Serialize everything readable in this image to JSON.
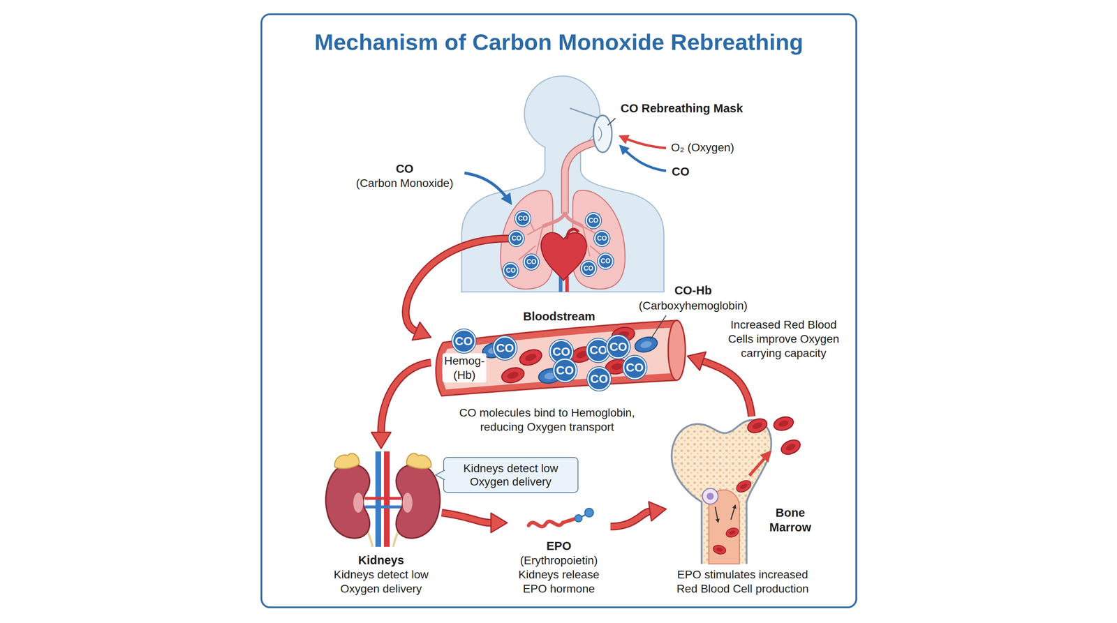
{
  "diagram": {
    "title": "Mechanism of Carbon Monoxide Rebreathing",
    "nodes": [
      {
        "text": [
          "CO"
        ]
      },
      {
        "text": [
          "CO"
        ]
      },
      {
        "text": [
          "CO"
        ]
      },
      {
        "text": [
          "CO"
        ]
      },
      {
        "text": [
          "CO"
        ]
      },
      {
        "text": [
          "CO"
        ]
      },
      {
        "text": [
          "CO"
        ]
      },
      {
        "text": [
          "CO"
        ]
      },
      {
        "text": [
          "Bloodstream"
        ]
      },
      {
        "text": [
          "CO"
        ],
        "in": 8
      },
      {
        "text": [
          "CO"
        ],
        "in": 8
      },
      {
        "text": [
          "CO"
        ],
        "in": 8
      },
      {
        "text": [
          "CO"
        ],
        "in": 8
      },
      {
        "text": [
          "CO"
        ],
        "in": 8
      },
      {
        "text": [
          "CO"
        ],
        "in": 8
      },
      {
        "text": [
          "CO"
        ],
        "in": 8
      },
      {
        "text": [
          "CO"
        ],
        "in": 8
      },
      {
        "text": [
          "Kidneys detect low Oxygen delivery"
        ]
      },
      {
        "text": [
          "Kidneys",
          "Kidneys detect low Oxygen delivery"
        ]
      },
      {
        "text": [
          "EPO",
          "(Erythropoietin)",
          "Kidneys release EPO hormone"
        ]
      },
      {
        "text": [
          "Bone Marrow",
          "EPO stimulates increased Red Blood Cell production"
        ]
      }
    ],
    "edges": [
      {
        "from": 1,
        "to": 8,
        "arrow": "to"
      },
      {
        "from": 8,
        "to": 18,
        "arrow": "to"
      },
      {
        "from": 18,
        "to": 19,
        "arrow": "to"
      },
      {
        "from": 19,
        "to": 20,
        "arrow": "to"
      },
      {
        "from": 20,
        "to": 8,
        "arrow": "to"
      }
    ],
    "labels": [
      "CO Rebreathing Mask",
      "O₂ (Oxygen)",
      "CO",
      "CO",
      "(Carbon Monoxide)",
      "CO-Hb",
      "(Carboxyhemoglobin)",
      "Hemog- (Hb)",
      "CO molecules bind to Hemoglobin, reducing Oxygen transport",
      "Increased Red Blood Cells improve Oxygen carrying capacity"
    ]
  }
}
